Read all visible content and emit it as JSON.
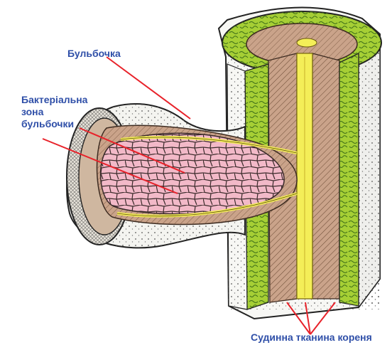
{
  "labels": {
    "nodule": "Бульбочка",
    "bacterial_zone": [
      "Бактеріальна",
      "зона",
      "бульбочки"
    ],
    "vascular_tissue": "Судинна тканина кореня"
  },
  "colors": {
    "label_text": "#2f4fa8",
    "pointer_lines": "#e8222a",
    "cortex_green": "#9ccc2a",
    "tissue_brown": "#c9a488",
    "bacterial_pink": "#f2b9c8",
    "vascular_yellow": "#f4ee58"
  }
}
